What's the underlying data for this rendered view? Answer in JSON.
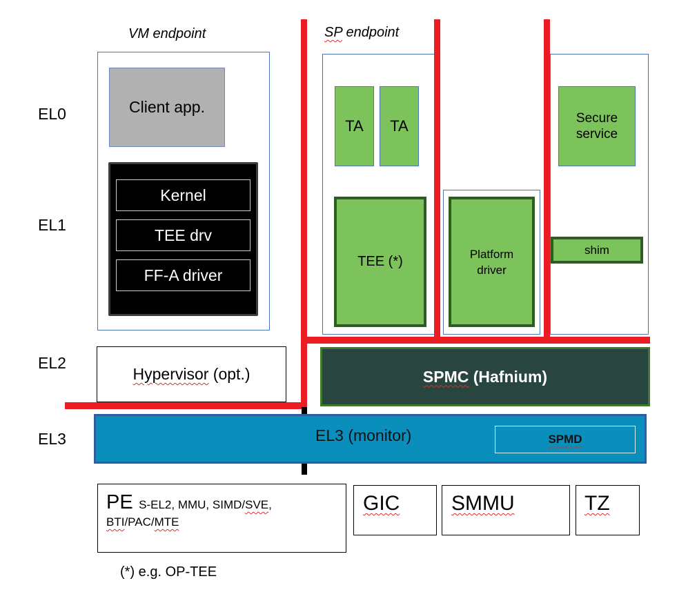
{
  "labels": {
    "vm_endpoint": "VM endpoint",
    "sp_endpoint": "SP endpoint",
    "footnote": "(*) e.g. OP-TEE"
  },
  "exception_levels": {
    "el0": "EL0",
    "el1": "EL1",
    "el2": "EL2",
    "el3": "EL3"
  },
  "vm": {
    "client_app": "Client app.",
    "kernel": "Kernel",
    "tee_drv": "TEE drv",
    "ffa_driver": "FF-A driver"
  },
  "sp": {
    "ta1": "TA",
    "ta2": "TA",
    "tee": "TEE (*)",
    "platform_driver_line1": "Platform",
    "platform_driver_line2": "driver",
    "secure_service_line1": "Secure",
    "secure_service_line2": "service",
    "shim": "shim"
  },
  "el2": {
    "hypervisor_word": "Hypervisor",
    "hypervisor_rest": " (opt.)",
    "spmc_word": "SPMC",
    "spmc_rest": " (Hafnium)"
  },
  "el3": {
    "monitor": "EL3 (monitor)",
    "spmd": "SPMD"
  },
  "hardware": {
    "pe_title": "PE",
    "pe_line1_a": "S-EL2, MMU, SIMD/",
    "pe_line1_b": "SVE",
    "pe_line1_c": ",",
    "pe_line2_a": "BTI",
    "pe_line2_b": "/PAC/",
    "pe_line2_c": "MTE",
    "gic": "GIC",
    "smmu": "SMMU",
    "tz": "TZ"
  },
  "colors": {
    "isolation_red": "#ea1c24",
    "green_component": "#7cc35c",
    "green_border": "#2d5e1f",
    "spmc_fill": "#284540",
    "el3_fill": "#0a8fbd",
    "el3_border": "#2c5ea0"
  }
}
